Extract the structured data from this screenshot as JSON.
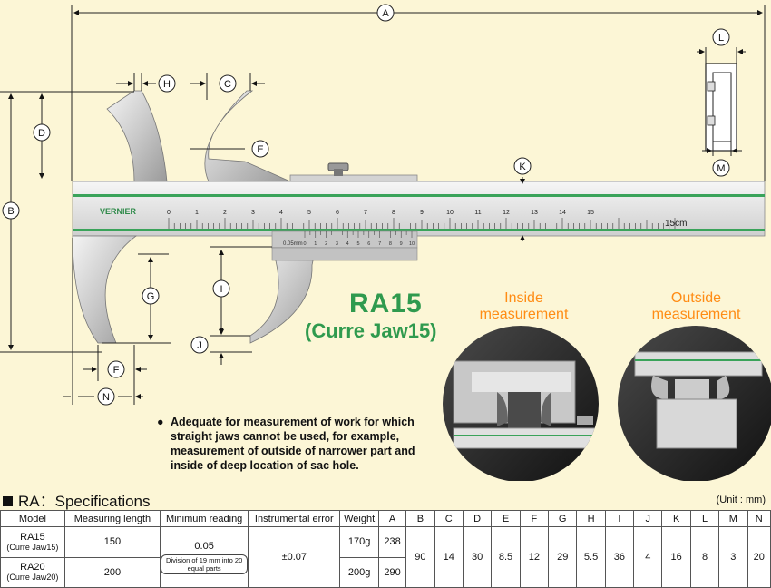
{
  "dimension_letters": [
    "A",
    "B",
    "C",
    "D",
    "E",
    "F",
    "G",
    "H",
    "I",
    "J",
    "K",
    "L",
    "M",
    "N"
  ],
  "caliper": {
    "brand": "VERNIER",
    "scale_numbers": [
      "0",
      "1",
      "2",
      "3",
      "4",
      "5",
      "6",
      "7",
      "8",
      "9",
      "10",
      "11",
      "12",
      "13",
      "14",
      "15"
    ],
    "unit_mark": "15cm",
    "vernier_mark": "0.05mm",
    "vernier_numbers": [
      "0",
      "1",
      "2",
      "3",
      "4",
      "5",
      "6",
      "7",
      "8",
      "9",
      "10"
    ]
  },
  "title": {
    "model": "RA15",
    "subtitle": "(Curre Jaw15)"
  },
  "inside_label": "Inside measurement",
  "outside_label": "Outside measurement",
  "note": {
    "bullet": "●",
    "text": "Adequate for measurement of work for which straight jaws cannot be used, for example, measurement of outside of narrower part and inside of deep location of sac hole."
  },
  "specs": {
    "title": "RA：Specifications",
    "unit": "(Unit : mm)",
    "headers": [
      "Model",
      "Measuring length",
      "Minimum reading",
      "Instrumental error",
      "Weight",
      "A",
      "B",
      "C",
      "D",
      "E",
      "F",
      "G",
      "H",
      "I",
      "J",
      "K",
      "L",
      "M",
      "N"
    ],
    "rows": [
      {
        "model": "RA15",
        "model_sub": "(Curre Jaw15)",
        "length": "150",
        "weight": "170g",
        "A": "238"
      },
      {
        "model": "RA20",
        "model_sub": "(Curre Jaw20)",
        "length": "200",
        "weight": "200g",
        "A": "290"
      }
    ],
    "min_reading": "0.05",
    "min_reading_note": "Division of 19 mm into 20 equal parts",
    "error": "±0.07",
    "shared": {
      "B": "90",
      "C": "14",
      "D": "30",
      "E": "8.5",
      "F": "12",
      "G": "29",
      "H": "5.5",
      "I": "36",
      "J": "4",
      "K": "16",
      "L": "8",
      "M": "3",
      "N": "20"
    }
  }
}
